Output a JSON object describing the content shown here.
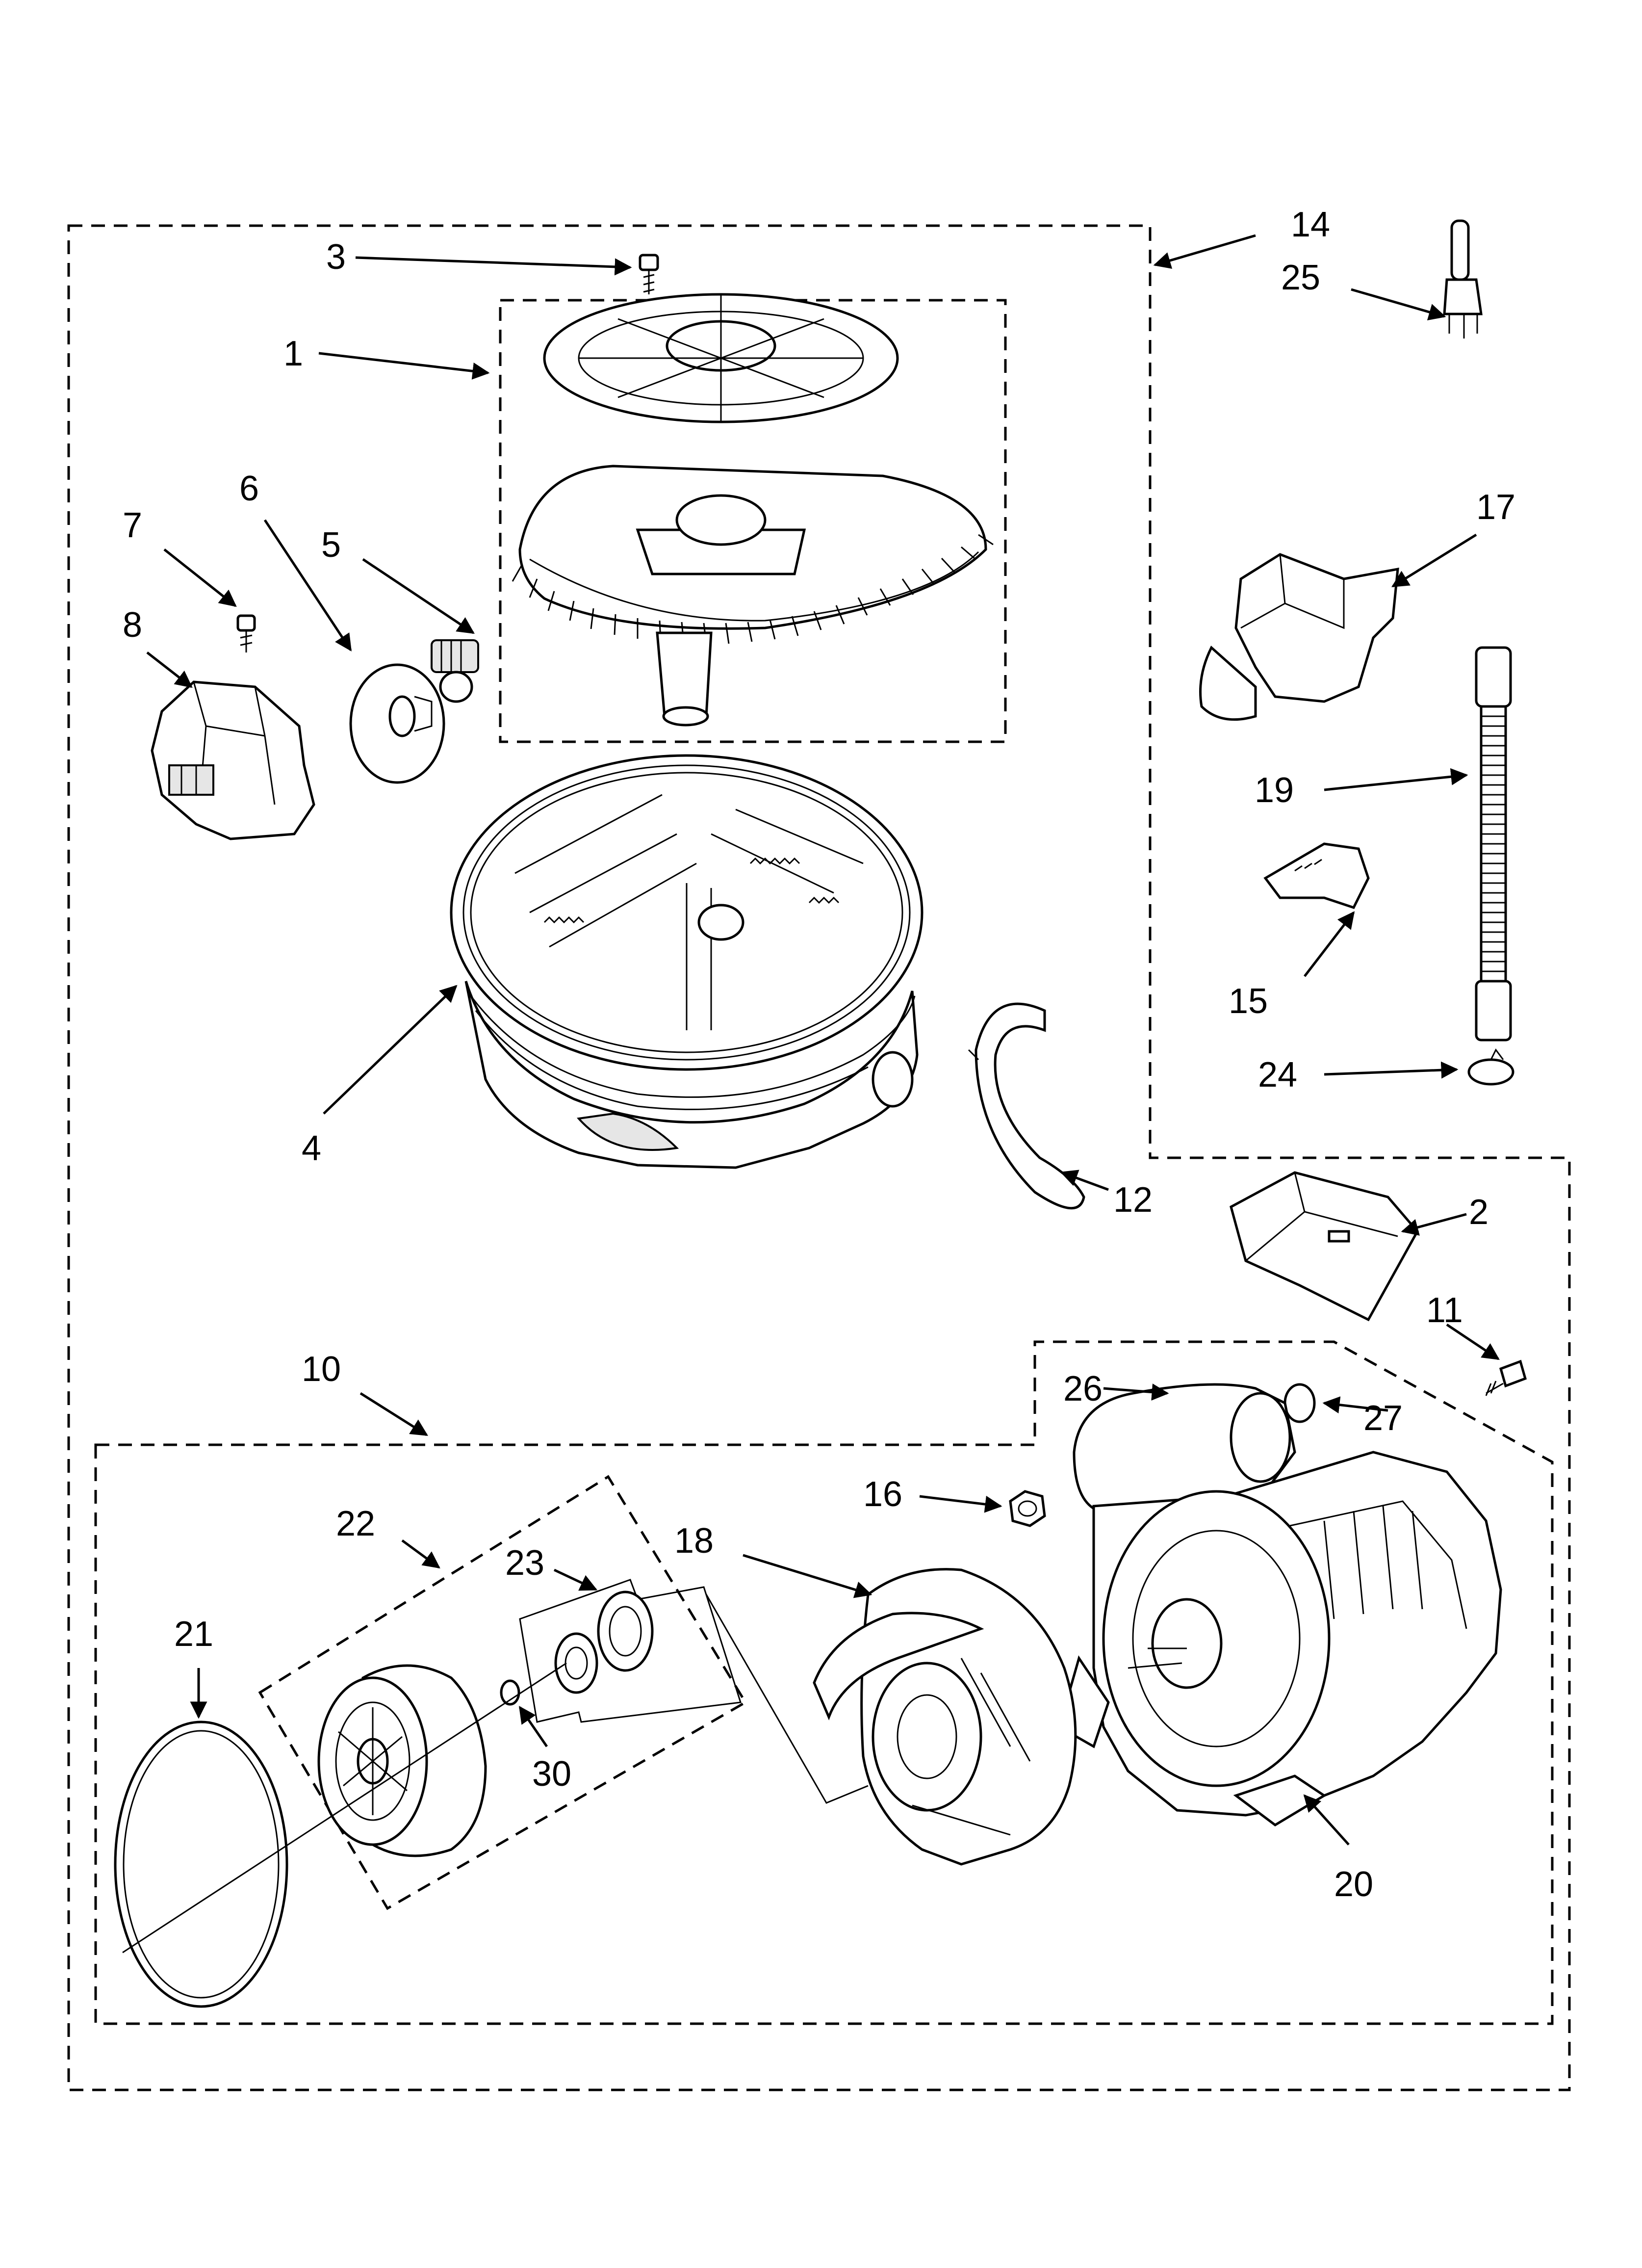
{
  "diagram": {
    "labels": {
      "p1": "1",
      "p2": "2",
      "p3": "3",
      "p4": "4",
      "p5": "5",
      "p6": "6",
      "p7": "7",
      "p8": "8",
      "p10": "10",
      "p11": "11",
      "p12": "12",
      "p14": "14",
      "p15": "15",
      "p16": "16",
      "p17": "17",
      "p18": "18",
      "p19": "19",
      "p20": "20",
      "p21": "21",
      "p22": "22",
      "p23": "23",
      "p24": "24",
      "p25": "25",
      "p26": "26",
      "p27": "27",
      "p30": "30"
    }
  }
}
